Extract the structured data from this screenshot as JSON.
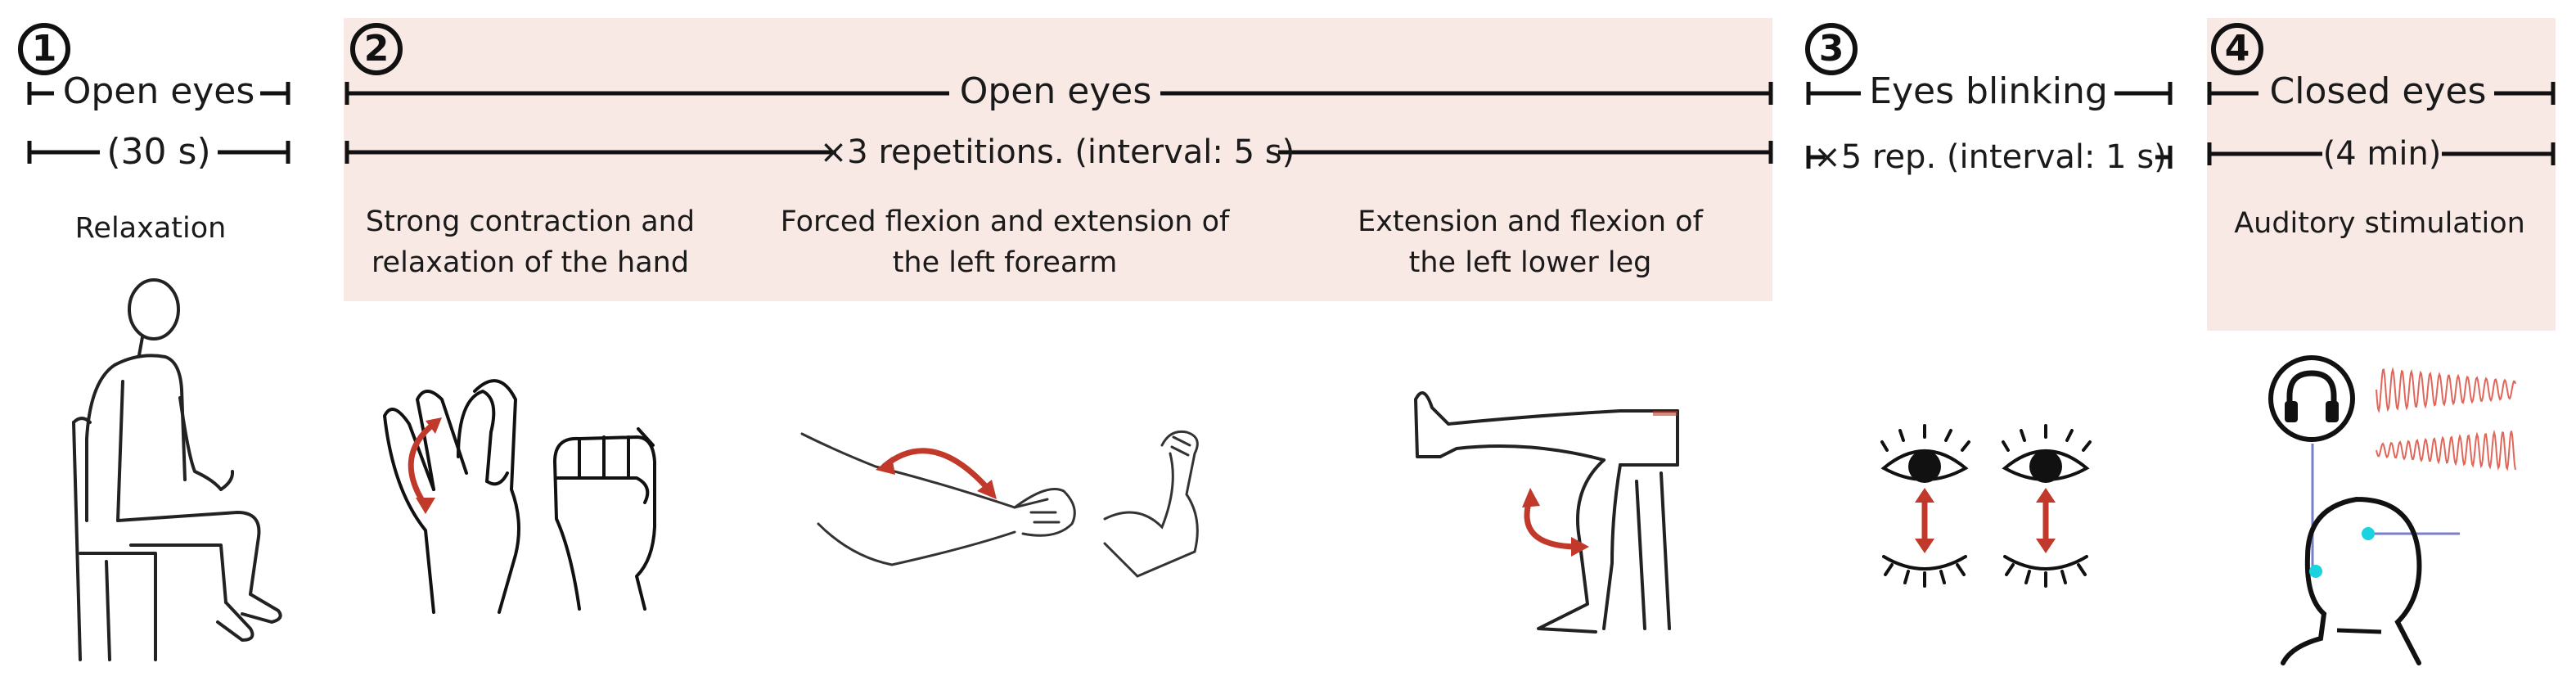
{
  "steps": [
    {
      "number": "1",
      "condition": "Open eyes",
      "timing": "(30 s)",
      "tasks": [
        "Relaxation"
      ]
    },
    {
      "number": "2",
      "condition": "Open eyes",
      "timing": "×3 repetitions. (interval: 5 s)",
      "tasks": [
        "Strong contraction and relaxation of the hand",
        "Forced flexion and extension of the left forearm",
        "Extension and flexion of the left lower leg"
      ]
    },
    {
      "number": "3",
      "condition": "Eyes blinking",
      "timing": "×5 rep. (interval: 1 s)",
      "tasks": []
    },
    {
      "number": "4",
      "condition": "Closed eyes",
      "timing": "(4 min)",
      "tasks": [
        "Auditory stimulation"
      ]
    }
  ],
  "colors": {
    "shade": "#f8e9e5",
    "arrow": "#c0392b",
    "line": "#111111",
    "cyan": "#19d3e0",
    "wave": "#e0665a",
    "electrode_wire": "#7b7fc4"
  },
  "icons": [
    "seated-person-icon",
    "hand-open-icon",
    "fist-icon",
    "forearm-icon",
    "flexed-arm-icon",
    "leg-extension-icon",
    "eye-open-icon",
    "eye-closed-icon",
    "headphones-icon",
    "head-electrodes-icon",
    "sound-wave-icon"
  ]
}
